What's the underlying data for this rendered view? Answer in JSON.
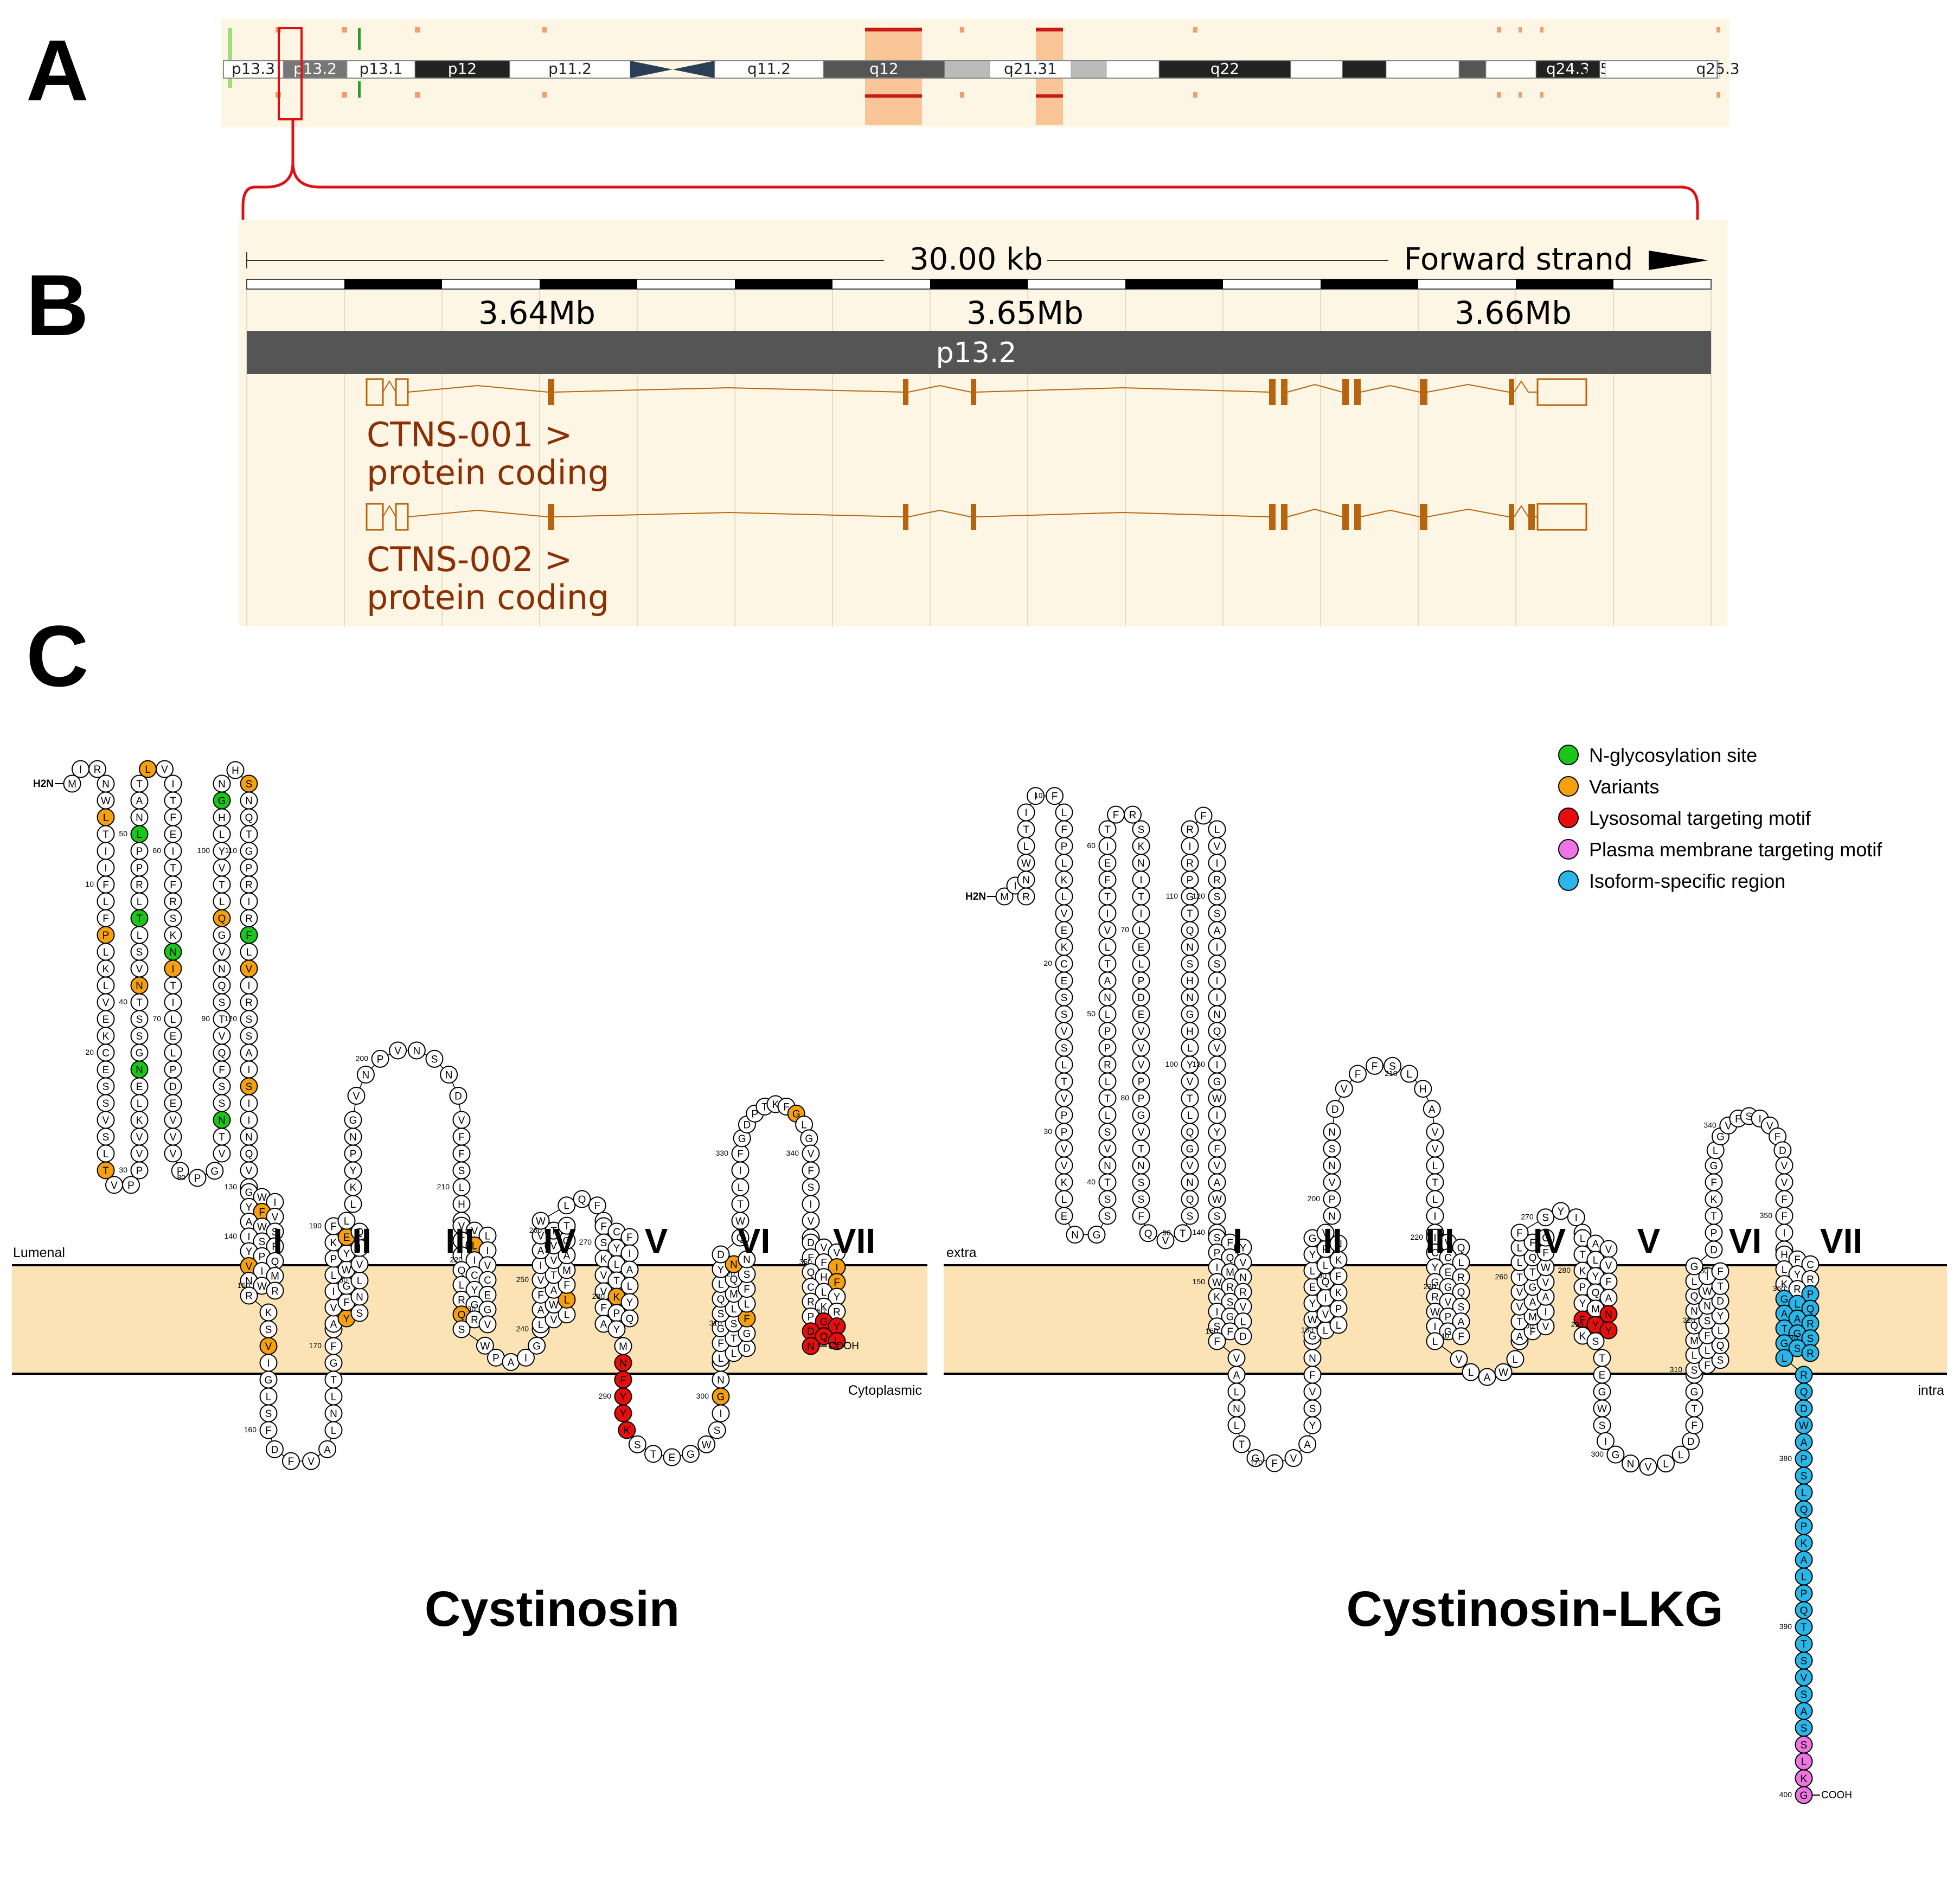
{
  "panels": {
    "a": "A",
    "b": "B",
    "c": "C"
  },
  "chromosome": {
    "bands": [
      {
        "label": "p13.3",
        "shade": "white"
      },
      {
        "label": "p13.2",
        "shade": "gpos50"
      },
      {
        "label": "p13.1",
        "shade": "white"
      },
      {
        "label": "p12",
        "shade": "gpos100"
      },
      {
        "label": "p11.2",
        "shade": "white"
      },
      {
        "label": "",
        "shade": "acen"
      },
      {
        "label": "q11.2",
        "shade": "white"
      },
      {
        "label": "q12",
        "shade": "gpos75"
      },
      {
        "label": "",
        "shade": "gpos25"
      },
      {
        "label": "q21.31",
        "shade": "white"
      },
      {
        "label": "",
        "shade": "gpos25"
      },
      {
        "label": "",
        "shade": "white"
      },
      {
        "label": "q22",
        "shade": "gpos100"
      },
      {
        "label": "",
        "shade": "white"
      },
      {
        "label": "",
        "shade": "gpos100"
      },
      {
        "label": "",
        "shade": "white"
      },
      {
        "label": "",
        "shade": "gpos75"
      },
      {
        "label": "",
        "shade": "white"
      },
      {
        "label": "q24.3",
        "shade": "gpos100"
      },
      {
        "label": "q25.1",
        "shade": "white"
      },
      {
        "label": "",
        "shade": "white"
      },
      {
        "label": "q25.3",
        "shade": "white"
      }
    ]
  },
  "region": {
    "scale_label": "30.00 kb",
    "strand_label": "Forward strand",
    "ticks": [
      "3.64Mb",
      "3.65Mb",
      "3.66Mb"
    ],
    "band": "p13.2",
    "transcripts": [
      {
        "name": "CTNS-001 >",
        "biotype": "protein coding"
      },
      {
        "name": "CTNS-002 >",
        "biotype": "protein coding"
      }
    ]
  },
  "colors": {
    "glyco": "#19c619",
    "variant": "#f5a00f",
    "lysosomal": "#e60d0d",
    "plasma": "#ef73e0",
    "isoform": "#29b6e8",
    "membrane": "#fce3b5",
    "panel_bg": "#fdf6e4",
    "exon": "#b8640e"
  },
  "legend": [
    {
      "label": "N-glycosylation site",
      "key": "glyco"
    },
    {
      "label": "Variants",
      "key": "variant"
    },
    {
      "label": "Lysosomal targeting motif",
      "key": "lysosomal"
    },
    {
      "label": "Plasma membrane targeting motif",
      "key": "plasma"
    },
    {
      "label": "Isoform-specific region",
      "key": "isoform"
    }
  ],
  "cystinosin": {
    "title": "Cystinosin",
    "lumen_label": "Lumenal",
    "cyto_label": "Cytoplasmic",
    "n_term": "H2N",
    "c_term": "COOH",
    "tm_labels": [
      "I",
      "II",
      "III",
      "IV",
      "V",
      "VI",
      "VII"
    ],
    "sequence": "MIRNWLTIIFLFPLKLVEKCESSVSLTVPPVVKLENGSSTNVSLTLRPPLNATLVITFEITFRSKNITILELPDEVVVPPGVTNSSFQVTSQNVGQLTVYLHGNHSNQTGPRIRFLVIRSSAISIINQVIGWIYFVAWSISFYPQVIMNWRRKSVIGLSFDFVALNLTGFVAYSVFNIGLLWVPYIKEQFLLKYPNGVNPVNSNDVFFSLHAVVLTLIIIVQCCLYERGGQRVSWPAIGFLVLAWLFAFVTMIVAAVGVTTWLQFLFCFSYIKLAVTLVKYFPQAYMNFYYKSTEGWSIGNVLLDFTGGSFSLLQMFLQSYNNDQWTLIFGDPTKFGLGVFSIVFDVVFFIQHFCLYRKRPGYDQLN",
    "variants": [
      6,
      13,
      27,
      41,
      54,
      67,
      96,
      106,
      117,
      124,
      135,
      146,
      155,
      173,
      188,
      217,
      231,
      246,
      280,
      290,
      300,
      311,
      322,
      337,
      351,
      354
    ],
    "glyco": [
      36,
      45,
      50,
      66,
      84,
      103,
      115
    ],
    "lysosomal": [
      288,
      289,
      290,
      291,
      292,
      362,
      363,
      364,
      365,
      366,
      367
    ]
  },
  "cystinosin_lkg": {
    "title": "Cystinosin-LKG",
    "lumen_label": "extra",
    "cyto_label": "intra",
    "n_term": "H2N",
    "c_term": "COOH",
    "tm_labels": [
      "I",
      "II",
      "III",
      "IV",
      "V",
      "VI",
      "VII"
    ],
    "sequence": "MIRNWLTIIFLFPLKLVEKCESSVSLTVPPVVKLENGSSTNVSLTLRPPLNATLVITFEITFRSKNITILELPDEVVVPPGVTNSSFQVTSQNVGQLTVYLHGNHSNQTGPRIRFLVIRSSAISIINQVIGWIYFVAWSISFYPQVIMNWRRKSVIGLSFDFVALNLTGFVAYSVFNIGLLWVPYIKEQFLLKYPNGVNPVNSNDVFFSLHAVVLTLIIIVQCCLYERGGQRVSWPAIGFLVLAWLFAFVTMIVAAVGVTTWLQFLFCFSYIKLAVTLVKYFPQAYMNFYYKSTEGWSIGNVLLDFTGGSFSLLQMFLQSYNNDQWTLIFGDPTKFGLGVFSIVFDVVFFIQHFCLYRKRPGLQAARTGSGSRLRQDWAPSLQPKALPQTTSVSASSLKG",
    "isoform": [
      361,
      362,
      363,
      364,
      365,
      366,
      367,
      368,
      369,
      370,
      371,
      372,
      373,
      374,
      375,
      376,
      377,
      378,
      379,
      380,
      381,
      382,
      383,
      384,
      385,
      386,
      387,
      388,
      389,
      390,
      391,
      392,
      393,
      394,
      395,
      396
    ],
    "plasma": [
      397,
      398,
      399,
      400
    ],
    "lysosomal": [
      288,
      289,
      290,
      291
    ]
  }
}
